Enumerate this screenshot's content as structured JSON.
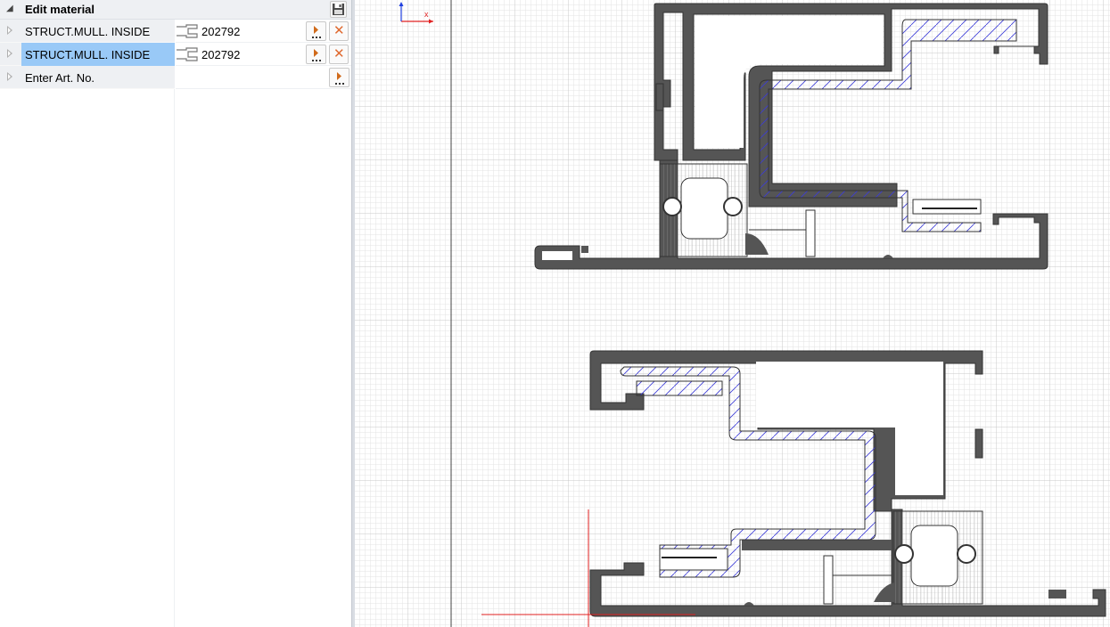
{
  "panel": {
    "title": "Edit material"
  },
  "rows": [
    {
      "name": "STRUCT.MULL. INSIDE",
      "value": "202792",
      "selected": false
    },
    {
      "name": "STRUCT.MULL. INSIDE",
      "value": "202792",
      "selected": true
    },
    {
      "name": "Enter Art. No.",
      "value": "",
      "selected": false
    }
  ],
  "axis": {
    "x_label": "x"
  },
  "icons": [
    "collapse-arrow-icon",
    "save-icon",
    "expand-arrow-icon",
    "profile-icon",
    "pick-arrow-icon",
    "delete-icon"
  ],
  "colors": {
    "selection": "#99c9f7",
    "profile_fill": "#555555",
    "hatch": "#3a3ad8",
    "axis_x": "#e02020",
    "axis_y": "#2040e0",
    "delete": "#e06a30",
    "grid_minor": "#e3e3e3",
    "grid_major": "#c9c9c9"
  }
}
